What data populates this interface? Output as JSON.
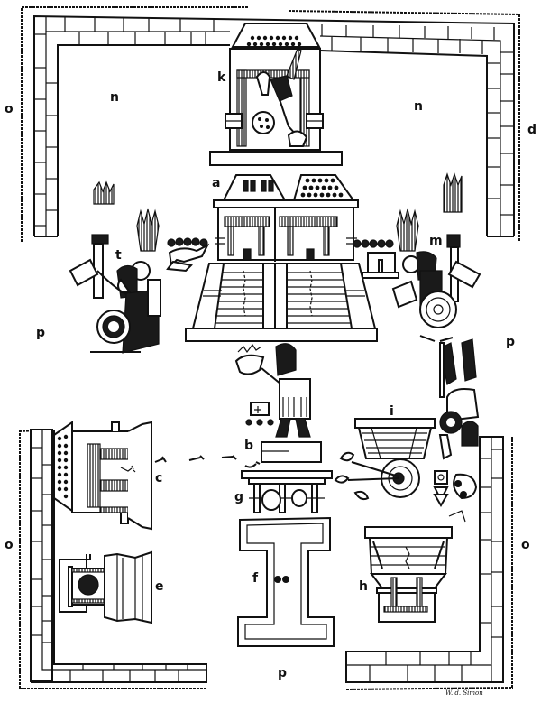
{
  "figure": {
    "type": "illustration",
    "subject": "temple precinct plan with labeled structures and figures",
    "labels": {
      "a": "a",
      "b": "b",
      "c": "c",
      "d": "d",
      "e": "e",
      "f": "f",
      "g": "g",
      "h": "h",
      "i": "i",
      "k": "k",
      "m": "m",
      "n_left": "n",
      "n_right": "n",
      "o_top_left": "o",
      "o_bottom_left": "o",
      "o_bottom_right": "o",
      "p_left": "p",
      "p_right": "p",
      "p_bottom": "p",
      "t": "t"
    },
    "signature": "W. d. Simon",
    "colors": {
      "ink": "#111111",
      "paper": "#ffffff"
    }
  }
}
